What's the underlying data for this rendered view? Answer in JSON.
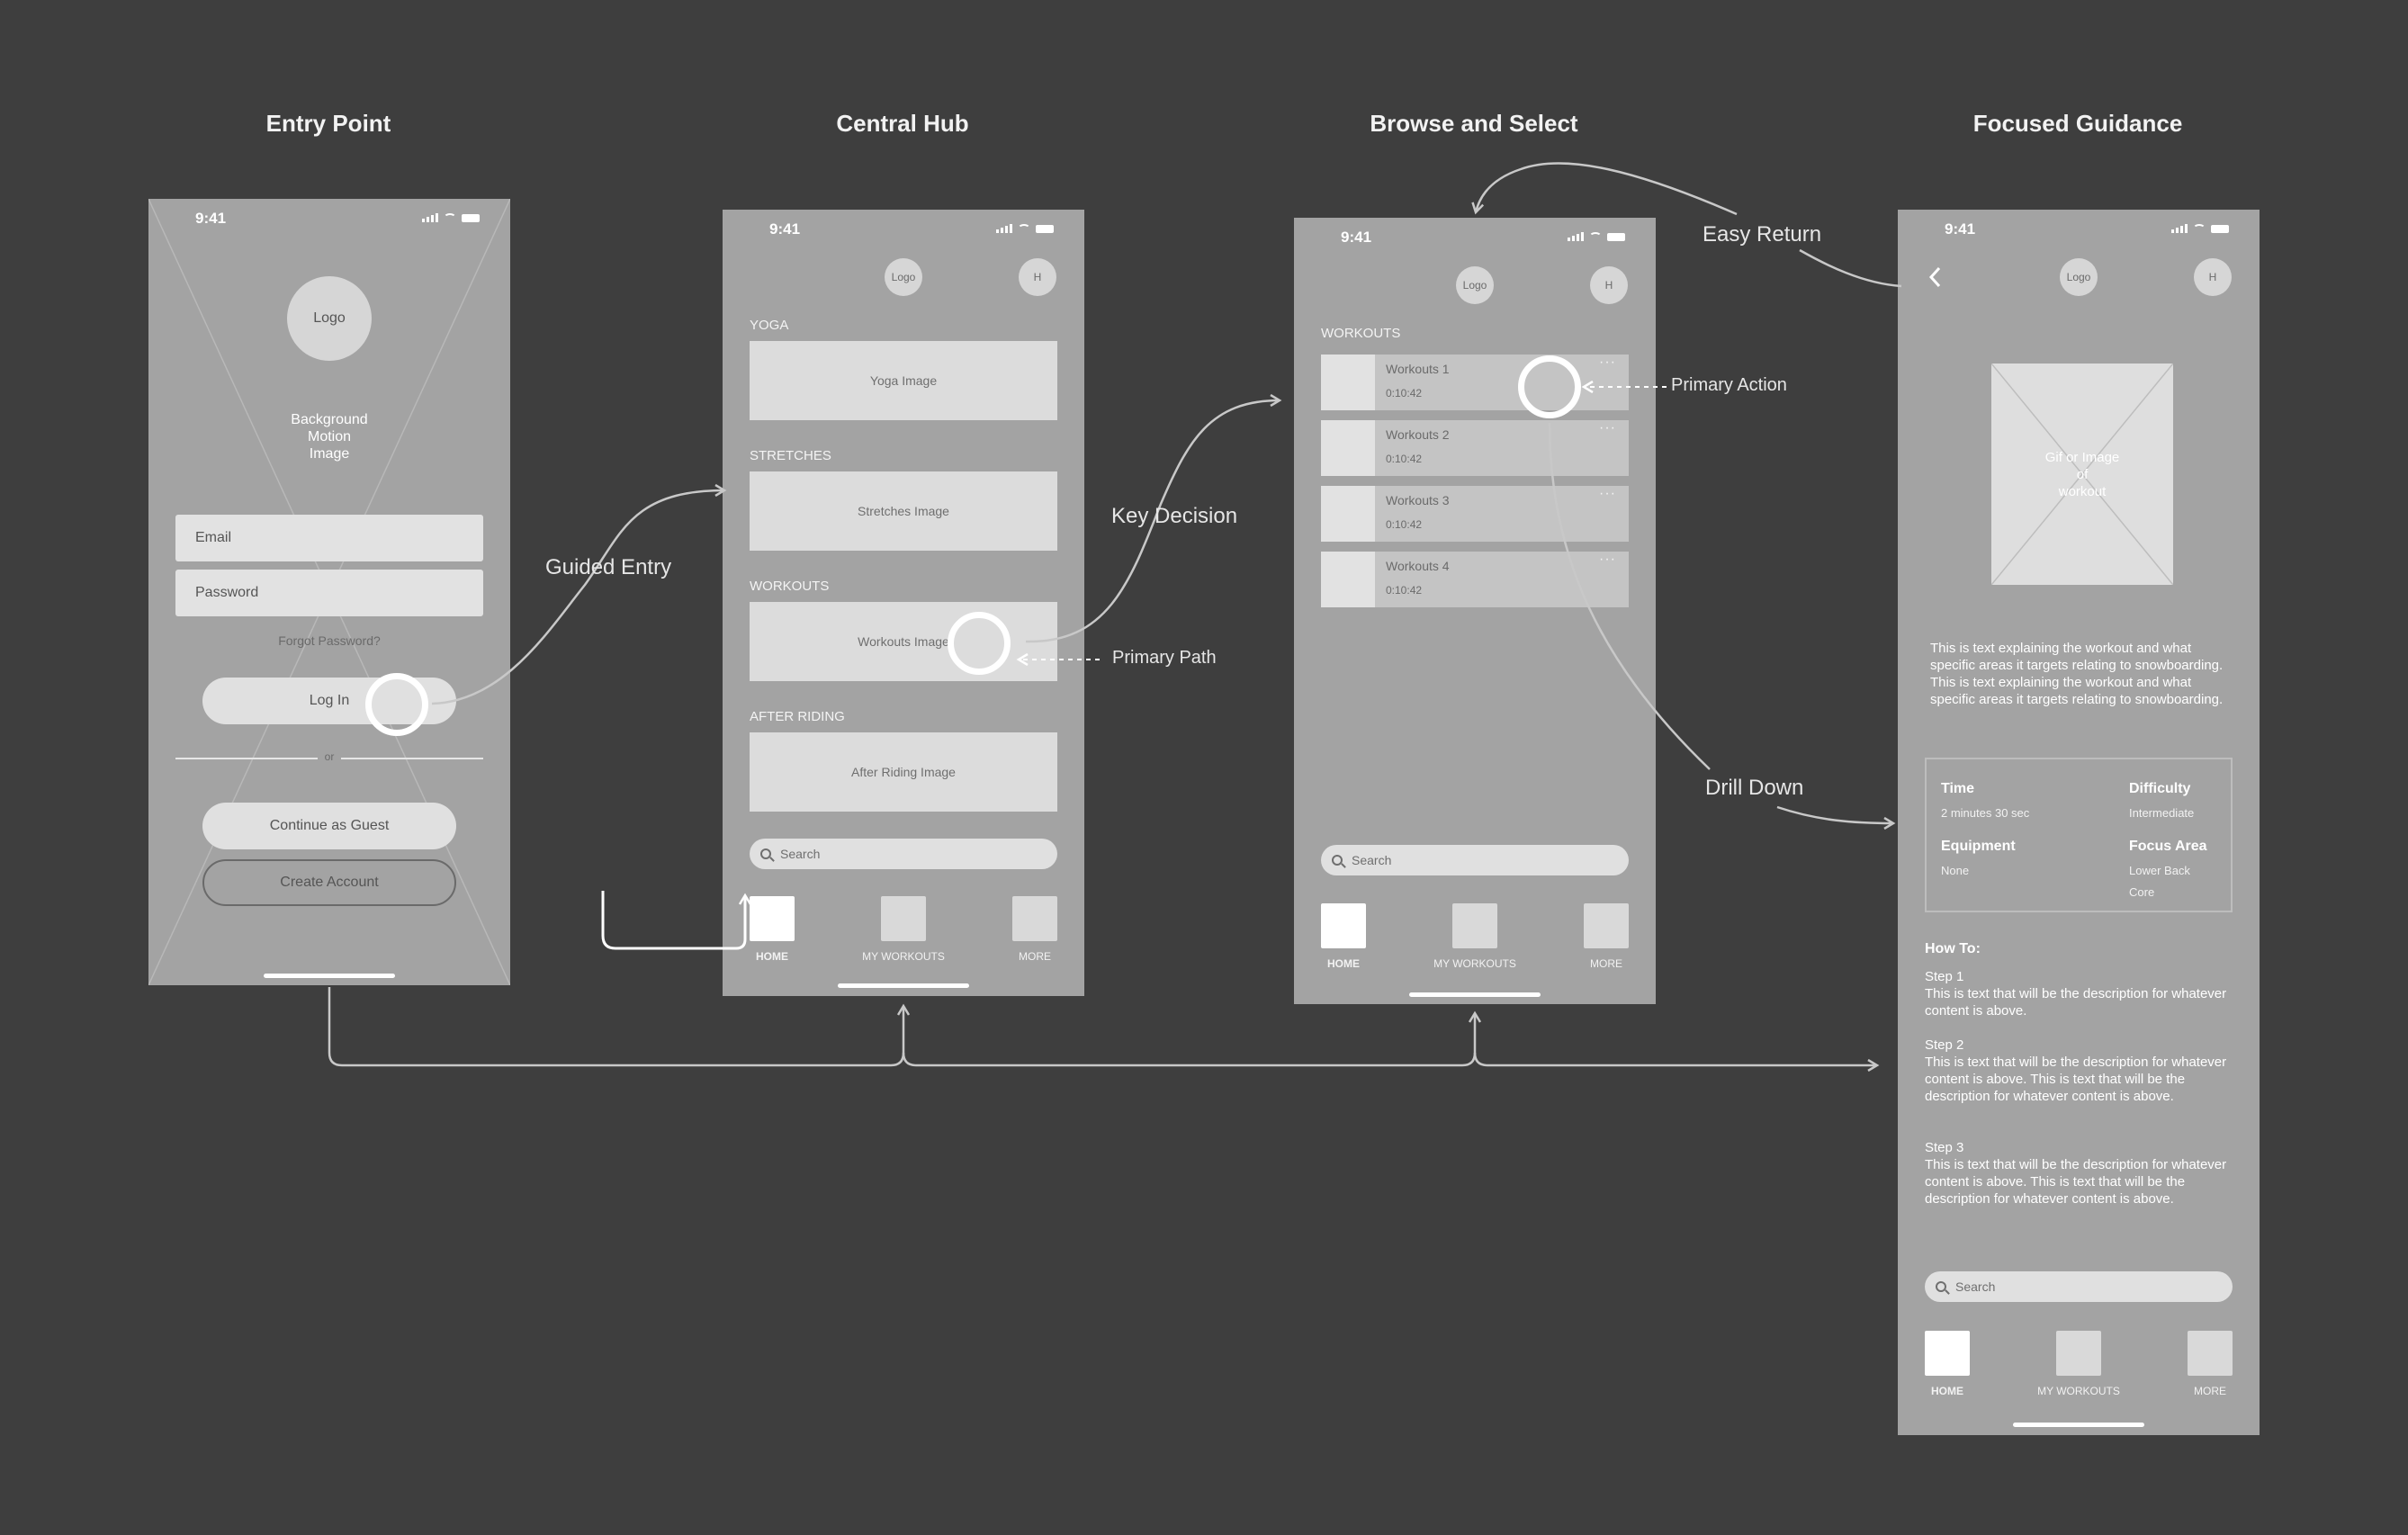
{
  "columns": {
    "entry": "Entry Point",
    "hub": "Central Hub",
    "browse": "Browse and Select",
    "guidance": "Focused Guidance"
  },
  "status": {
    "time": "9:41"
  },
  "login": {
    "logo": "Logo",
    "bg_line1": "Background",
    "bg_line2": "Motion",
    "bg_line3": "Image",
    "email_placeholder": "Email",
    "password_placeholder": "Password",
    "forgot": "Forgot Password?",
    "login_button": "Log In",
    "or": "or",
    "guest_button": "Continue as Guest",
    "create_button": "Create Account"
  },
  "header": {
    "logo": "Logo",
    "avatar": "H"
  },
  "hub": {
    "sections": [
      {
        "label": "YOGA",
        "image": "Yoga Image"
      },
      {
        "label": "STRETCHES",
        "image": "Stretches Image"
      },
      {
        "label": "WORKOUTS",
        "image": "Workouts Image"
      },
      {
        "label": "AFTER RIDING",
        "image": "After Riding Image"
      }
    ]
  },
  "search_placeholder": "Search",
  "nav": {
    "home": "HOME",
    "workouts": "MY WORKOUTS",
    "more": "MORE"
  },
  "browse": {
    "title": "WORKOUTS",
    "items": [
      {
        "name": "Workouts 1",
        "time": "0:10:42"
      },
      {
        "name": "Workouts 2",
        "time": "0:10:42"
      },
      {
        "name": "Workouts 3",
        "time": "0:10:42"
      },
      {
        "name": "Workouts 4",
        "time": "0:10:42"
      }
    ],
    "more_glyph": "···"
  },
  "detail": {
    "image_line1": "Gif or Image",
    "image_line2": "of",
    "image_line3": "workout",
    "description": "This is text explaining the workout and what specific areas it targets relating to snowboarding. This is text explaining the workout and what specific areas it targets relating to snowboarding.",
    "time_label": "Time",
    "time_value": "2 minutes 30 sec",
    "difficulty_label": "Difficulty",
    "difficulty_value": "Intermediate",
    "equipment_label": "Equipment",
    "equipment_value": "None",
    "focus_label": "Focus Area",
    "focus_value1": "Lower Back",
    "focus_value2": "Core",
    "howto_title": "How To:",
    "steps": [
      {
        "title": "Step 1",
        "text": "This is text that will be the description for whatever content is above."
      },
      {
        "title": "Step 2",
        "text": "This is text that will be the description for whatever content is above. This is text that will be the description for whatever content is above."
      },
      {
        "title": "Step 3",
        "text": "This is text that will be the description for whatever content is above. This is text that will be the description for whatever content is above."
      }
    ]
  },
  "annotations": {
    "guided_entry": "Guided Entry",
    "key_decision": "Key Decision",
    "primary_path": "Primary Path",
    "primary_action": "Primary Action",
    "easy_return": "Easy Return",
    "drill_down": "Drill Down"
  },
  "colors": {
    "background": "#3e3e3e",
    "phone": "#a3a3a3",
    "card": "#dcdcdc",
    "flow": "#c8c8c8"
  }
}
